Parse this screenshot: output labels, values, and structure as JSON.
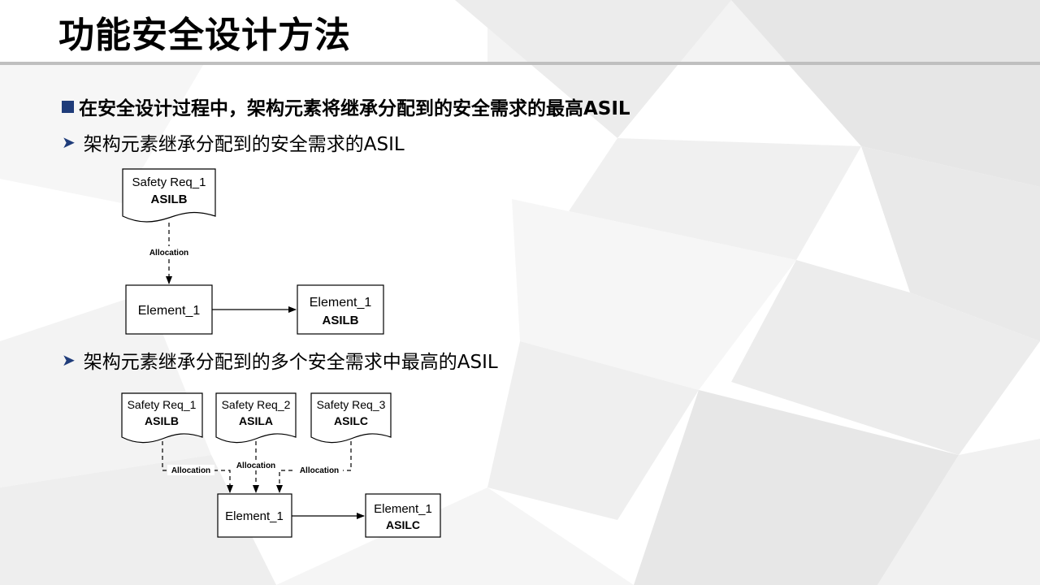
{
  "title": "功能安全设计方法",
  "main_point": "在安全设计过程中，架构元素将继承分配到的安全需求的最高ASIL",
  "sub_points": [
    "架构元素继承分配到的安全需求的ASIL",
    "架构元素继承分配到的多个安全需求中最高的ASIL"
  ],
  "diagram1": {
    "req": {
      "name": "Safety Req_1",
      "asil": "ASILB"
    },
    "allocation": "Allocation",
    "element": "Element_1",
    "result": {
      "name": "Element_1",
      "asil": "ASILB"
    }
  },
  "diagram2": {
    "reqs": [
      {
        "name": "Safety Req_1",
        "asil": "ASILB"
      },
      {
        "name": "Safety Req_2",
        "asil": "ASILA"
      },
      {
        "name": "Safety Req_3",
        "asil": "ASILC"
      }
    ],
    "allocation_left": "Allocation",
    "allocation_mid": "Allocation",
    "allocation_right": "Allocation",
    "element": "Element_1",
    "result": {
      "name": "Element_1",
      "asil": "ASILC"
    }
  },
  "colors": {
    "accent": "#1f3c7a",
    "rule": "#bfbfbf"
  }
}
